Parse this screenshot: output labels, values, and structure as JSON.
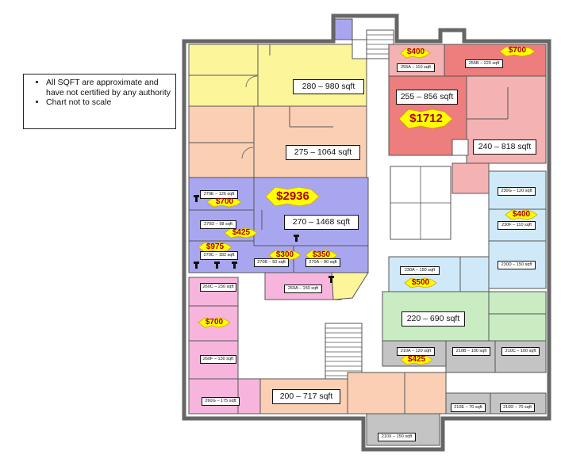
{
  "notes": [
    "All SQFT are approximate and have not certified by any authority",
    "Chart not to scale"
  ],
  "units": {
    "u280": "280 – 980 sqft",
    "u275": "275 – 1064 sqft",
    "u270": "270 – 1468 sqft",
    "u255": "255 – 856 sqft",
    "u240": "240 – 818 sqft",
    "u220": "220 – 690 sqft",
    "u200": "200 – 717 sqft"
  },
  "small_units": {
    "s255a": "255A – 110 sqft",
    "s255b": "255B – 220 sqft",
    "s270e": "270E – 126 sqft",
    "s270d": "270D – 98 sqft",
    "s270c": "270C – 182 sqft",
    "s270b": "270B – 50 sqft",
    "s270a": "270A – 80 sqft",
    "s260a": "260A – 150 sqft",
    "s260c": "260C – 230 sqft",
    "s260f": "260F – 130 sqft",
    "s260g": "260G – 175 sqft",
    "s230g": "230G – 120 sqft",
    "s230f": "230F – 110 sqft",
    "s230d": "230D – 150 sqft",
    "s230a": "230A – 150 sqft",
    "s210a": "210A – 120 sqft",
    "s210b": "210B – 100 sqft",
    "s210c": "210C – 100 sqft",
    "s210e": "210E – 70 sqft",
    "s210d": "210D – 70 sqft",
    "s210x": "210X – 150 sqft"
  },
  "prices": {
    "p255a": "$400",
    "p255b": "$700",
    "p255": "$1712",
    "p270": "$2936",
    "p270e": "$700",
    "p270d": "$425",
    "p270c": "$975",
    "p270b": "$300",
    "p270a": "$350",
    "p230f": "$400",
    "p230a": "$500",
    "p260": "$700",
    "p210a": "$425"
  },
  "colors": {
    "yellow": "#fdf59a",
    "peach": "#fbcfb3",
    "purple": "#a9a6f0",
    "pink": "#f7b5dd",
    "red": "#ee7d7d",
    "light_red": "#f5b2b2",
    "light_blue": "#cfe9f8",
    "green": "#c9ecc3",
    "gray": "#c4c4c4",
    "price_fill": "#ffff00"
  }
}
